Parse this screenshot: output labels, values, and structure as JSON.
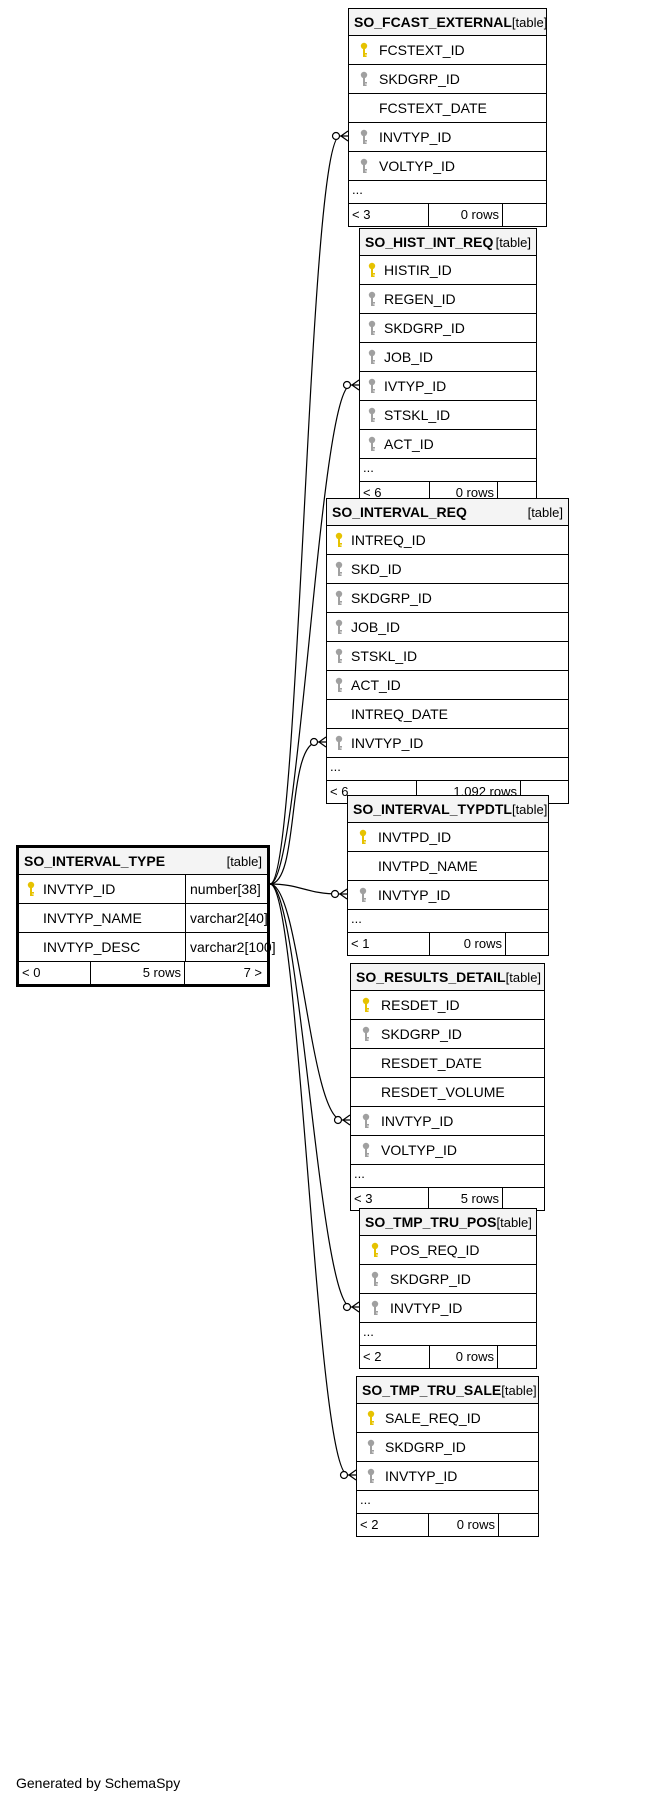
{
  "diagram_credit": "Generated by SchemaSpy",
  "colors": {
    "primary_key": "#e6c200",
    "foreign_key": "#a0a0a0",
    "line": "#000000"
  },
  "icons": {
    "primary_key": "key-icon-gold",
    "foreign_key": "key-icon-gray"
  },
  "main_table": {
    "name": "SO_INTERVAL_TYPE",
    "type_tag": "[table]",
    "columns": [
      {
        "name": "INVTYP_ID",
        "type": "number[38]",
        "key": "pk"
      },
      {
        "name": "INVTYP_NAME",
        "type": "varchar2[40]",
        "key": ""
      },
      {
        "name": "INVTYP_DESC",
        "type": "varchar2[100]",
        "key": ""
      }
    ],
    "footer": {
      "parents": "< 0",
      "rows": "5 rows",
      "children": "7 >"
    }
  },
  "related_tables": [
    {
      "name": "SO_FCAST_EXTERNAL",
      "type_tag": "[table]",
      "columns": [
        {
          "name": "FCSTEXT_ID",
          "key": "pk"
        },
        {
          "name": "SKDGRP_ID",
          "key": "fk"
        },
        {
          "name": "FCSTEXT_DATE",
          "key": ""
        },
        {
          "name": "INVTYP_ID",
          "key": "fk"
        },
        {
          "name": "VOLTYP_ID",
          "key": "fk"
        }
      ],
      "ellipsis": "...",
      "footer": {
        "parents": "< 3",
        "rows": "0 rows"
      }
    },
    {
      "name": "SO_HIST_INT_REQ",
      "type_tag": "[table]",
      "columns": [
        {
          "name": "HISTIR_ID",
          "key": "pk"
        },
        {
          "name": "REGEN_ID",
          "key": "fk"
        },
        {
          "name": "SKDGRP_ID",
          "key": "fk"
        },
        {
          "name": "JOB_ID",
          "key": "fk"
        },
        {
          "name": "IVTYP_ID",
          "key": "fk"
        },
        {
          "name": "STSKL_ID",
          "key": "fk"
        },
        {
          "name": "ACT_ID",
          "key": "fk"
        }
      ],
      "ellipsis": "...",
      "footer": {
        "parents": "< 6",
        "rows": "0 rows"
      }
    },
    {
      "name": "SO_INTERVAL_REQ",
      "type_tag": "[table]",
      "columns": [
        {
          "name": "INTREQ_ID",
          "key": "pk"
        },
        {
          "name": "SKD_ID",
          "key": "fk"
        },
        {
          "name": "SKDGRP_ID",
          "key": "fk"
        },
        {
          "name": "JOB_ID",
          "key": "fk"
        },
        {
          "name": "STSKL_ID",
          "key": "fk"
        },
        {
          "name": "ACT_ID",
          "key": "fk"
        },
        {
          "name": "INTREQ_DATE",
          "key": ""
        },
        {
          "name": "INVTYP_ID",
          "key": "fk"
        }
      ],
      "ellipsis": "...",
      "footer": {
        "parents": "< 6",
        "rows": "1,092 rows"
      }
    },
    {
      "name": "SO_INTERVAL_TYPDTL",
      "type_tag": "[table]",
      "columns": [
        {
          "name": "INVTPD_ID",
          "key": "pk"
        },
        {
          "name": "INVTPD_NAME",
          "key": ""
        },
        {
          "name": "INVTYP_ID",
          "key": "fk"
        }
      ],
      "ellipsis": "...",
      "footer": {
        "parents": "< 1",
        "rows": "0 rows"
      }
    },
    {
      "name": "SO_RESULTS_DETAIL",
      "type_tag": "[table]",
      "columns": [
        {
          "name": "RESDET_ID",
          "key": "pk"
        },
        {
          "name": "SKDGRP_ID",
          "key": "fk"
        },
        {
          "name": "RESDET_DATE",
          "key": ""
        },
        {
          "name": "RESDET_VOLUME",
          "key": ""
        },
        {
          "name": "INVTYP_ID",
          "key": "fk"
        },
        {
          "name": "VOLTYP_ID",
          "key": "fk"
        }
      ],
      "ellipsis": "...",
      "footer": {
        "parents": "< 3",
        "rows": "5 rows"
      }
    },
    {
      "name": "SO_TMP_TRU_POS",
      "type_tag": "[table]",
      "columns": [
        {
          "name": "POS_REQ_ID",
          "key": "pk"
        },
        {
          "name": "SKDGRP_ID",
          "key": "fk"
        },
        {
          "name": "INVTYP_ID",
          "key": "fk"
        }
      ],
      "ellipsis": "...",
      "footer": {
        "parents": "< 2",
        "rows": "0 rows"
      }
    },
    {
      "name": "SO_TMP_TRU_SALE",
      "type_tag": "[table]",
      "columns": [
        {
          "name": "SALE_REQ_ID",
          "key": "pk"
        },
        {
          "name": "SKDGRP_ID",
          "key": "fk"
        },
        {
          "name": "INVTYP_ID",
          "key": "fk"
        }
      ],
      "ellipsis": "...",
      "footer": {
        "parents": "< 2",
        "rows": "0 rows"
      }
    }
  ]
}
